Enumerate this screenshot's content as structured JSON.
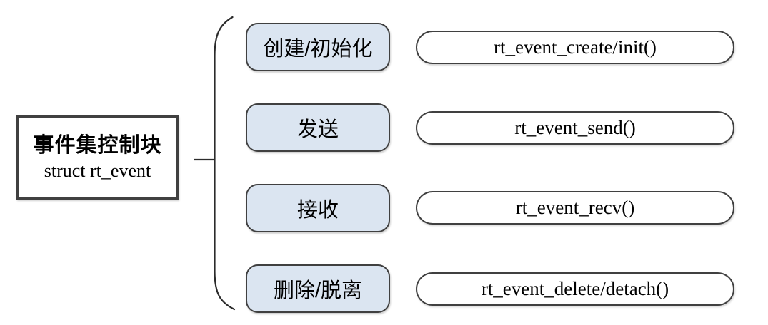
{
  "root": {
    "title": "事件集控制块",
    "subtitle": "struct rt_event"
  },
  "rows": [
    {
      "operation": "创建/初始化",
      "function": "rt_event_create/init()"
    },
    {
      "operation": "发送",
      "function": "rt_event_send()"
    },
    {
      "operation": "接收",
      "function": "rt_event_recv()"
    },
    {
      "operation": "删除/脱离",
      "function": "rt_event_delete/detach()"
    }
  ],
  "colors": {
    "operation_fill": "#dbe5f1",
    "pill_fill": "#ffffff",
    "border": "#404040",
    "line": "#2b2b2b",
    "background": "#ffffff",
    "text": "#000000"
  }
}
